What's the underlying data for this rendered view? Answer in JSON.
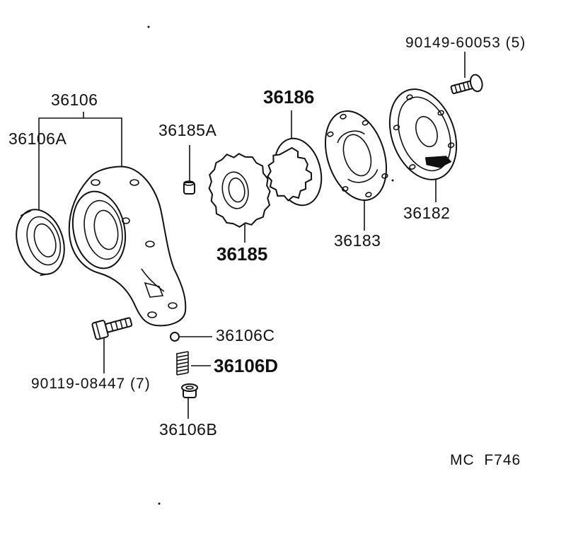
{
  "labels": {
    "housing": "36106",
    "oil_seal": "36106A",
    "pin": "36185A",
    "outer_rotor": "36186",
    "drive_gear": "36185",
    "pump_plate": "36183",
    "pump_cover": "36182",
    "screw": "90149-60053 (5)",
    "bolt": "90119-08447 (7)",
    "ball": "36106C",
    "spring": "36106D",
    "plug": "36106B",
    "diagram_code": "MC  F746"
  }
}
